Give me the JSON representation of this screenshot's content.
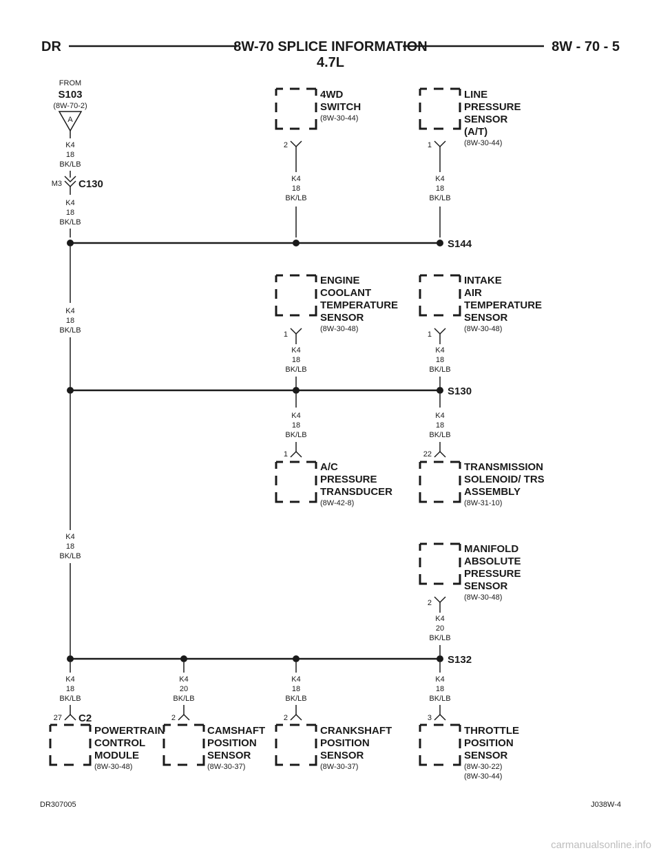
{
  "header": {
    "left": "DR",
    "title": "8W-70 SPLICE INFORMATION",
    "subtitle": "4.7L",
    "right": "8W - 70 - 5"
  },
  "from": {
    "label": "FROM",
    "splice": "S103",
    "ref": "(8W-70-2)",
    "pin": "A"
  },
  "inline_connector": {
    "pin": "M3",
    "name": "C130"
  },
  "splices": {
    "s144": "S144",
    "s130": "S130",
    "s132": "S132"
  },
  "wires": {
    "k4_18": [
      "K4",
      "18",
      "BK/LB"
    ],
    "k4_20": [
      "K4",
      "20",
      "BK/LB"
    ]
  },
  "components": {
    "fwd": {
      "lines": [
        "4WD",
        "SWITCH"
      ],
      "ref": "(8W-30-44)",
      "pin": "2"
    },
    "lps": {
      "lines": [
        "LINE",
        "PRESSURE",
        "SENSOR",
        "(A/T)"
      ],
      "ref": "(8W-30-44)",
      "pin": "1"
    },
    "ect": {
      "lines": [
        "ENGINE",
        "COOLANT",
        "TEMPERATURE",
        "SENSOR"
      ],
      "ref": "(8W-30-48)",
      "pin": "1"
    },
    "iat": {
      "lines": [
        "INTAKE",
        "AIR",
        "TEMPERATURE",
        "SENSOR"
      ],
      "ref": "(8W-30-48)",
      "pin": "1"
    },
    "acp": {
      "lines": [
        "A/C",
        "PRESSURE",
        "TRANSDUCER"
      ],
      "ref": "(8W-42-8)",
      "pin": "1"
    },
    "tsa": {
      "lines": [
        "TRANSMISSION",
        "SOLENOID/ TRS",
        "ASSEMBLY"
      ],
      "ref": "(8W-31-10)",
      "pin": "22"
    },
    "map": {
      "lines": [
        "MANIFOLD",
        "ABSOLUTE",
        "PRESSURE",
        "SENSOR"
      ],
      "ref": "(8W-30-48)",
      "pin": "2"
    },
    "pcm": {
      "lines": [
        "POWERTRAIN",
        "CONTROL",
        "MODULE"
      ],
      "ref": "(8W-30-48)",
      "pin": "27",
      "connector": "C2"
    },
    "cmp": {
      "lines": [
        "CAMSHAFT",
        "POSITION",
        "SENSOR"
      ],
      "ref": "(8W-30-37)",
      "pin": "2"
    },
    "ckp": {
      "lines": [
        "CRANKSHAFT",
        "POSITION",
        "SENSOR"
      ],
      "ref": "(8W-30-37)",
      "pin": "2"
    },
    "tps": {
      "lines": [
        "THROTTLE",
        "POSITION",
        "SENSOR"
      ],
      "ref": "(8W-30-22)",
      "ref2": "(8W-30-44)",
      "pin": "3"
    }
  },
  "footer": {
    "left": "DR307005",
    "right": "J038W-4"
  },
  "watermark": "carmanualsonline.info"
}
